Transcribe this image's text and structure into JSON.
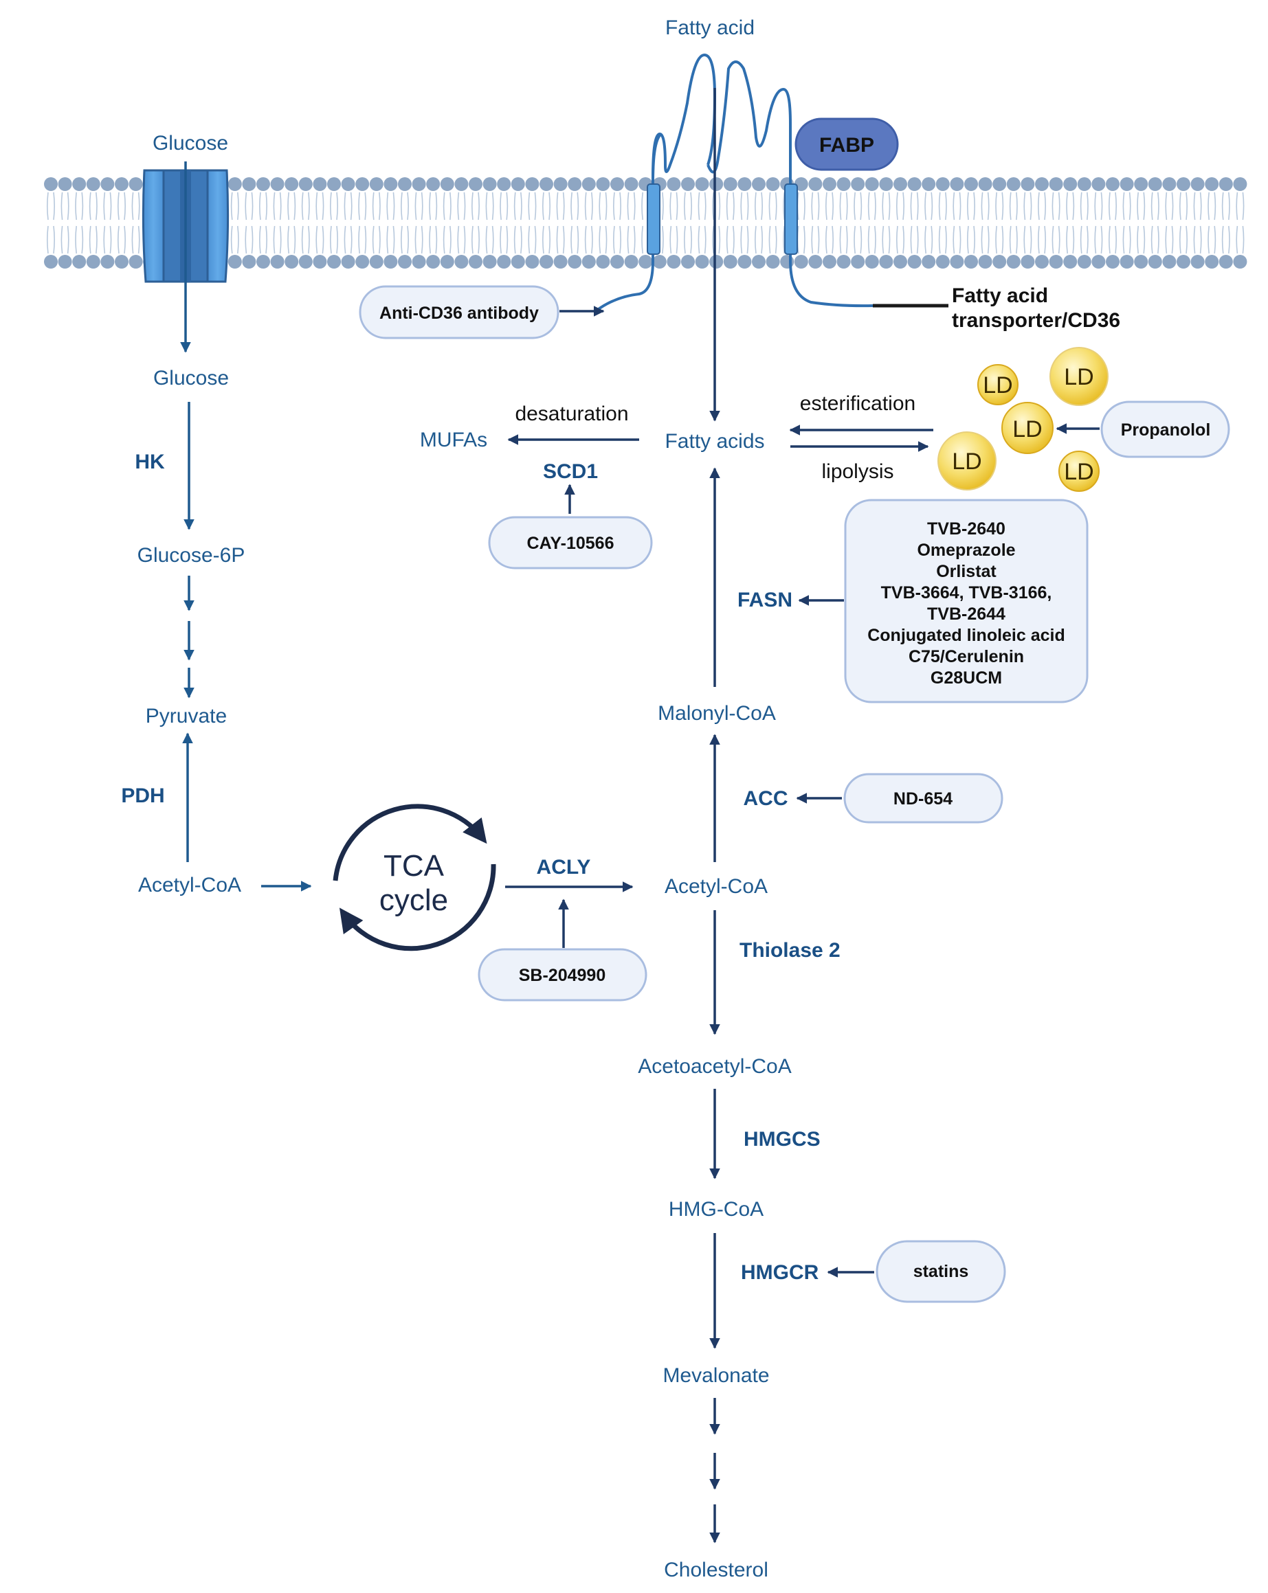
{
  "metabolites": {
    "fatty_acid_top": "Fatty acid",
    "glucose_out": "Glucose",
    "glucose_in": "Glucose",
    "glucose_6p": "Glucose-6P",
    "pyruvate": "Pyruvate",
    "acetyl_coa_left": "Acetyl-CoA",
    "acetyl_coa_right": "Acetyl-CoA",
    "fatty_acids": "Fatty acids",
    "mufas": "MUFAs",
    "malonyl_coa": "Malonyl-CoA",
    "acetoacetyl_coa": "Acetoacetyl-CoA",
    "hmg_coa": "HMG-CoA",
    "mevalonate": "Mevalonate",
    "cholesterol": "Cholesterol"
  },
  "enzymes": {
    "hk": "HK",
    "pdh": "PDH",
    "scd1": "SCD1",
    "fasn": "FASN",
    "acc": "ACC",
    "acly": "ACLY",
    "thiolase2": "Thiolase 2",
    "hmgcs": "HMGCS",
    "hmgcr": "HMGCR"
  },
  "processes": {
    "desaturation": "desaturation",
    "esterification": "esterification",
    "lipolysis": "lipolysis"
  },
  "tca": {
    "line1": "TCA",
    "line2": "cycle"
  },
  "fabp": "FABP",
  "transporter": {
    "line1": "Fatty acid",
    "line2": "transporter/CD36"
  },
  "lipid_droplet": "LD",
  "inhibitors": {
    "anti_cd36": "Anti-CD36 antibody",
    "cay": "CAY-10566",
    "propanolol": "Propanolol",
    "nd654": "ND-654",
    "sb": "SB-204990",
    "statins": "statins",
    "fasn_list": [
      "TVB-2640",
      "Omeprazole",
      "Orlistat",
      "TVB-3664, TVB-3166,",
      "TVB-2644",
      "Conjugated linoleic acid",
      "C75/Cerulenin",
      "G28UCM"
    ]
  },
  "colors": {
    "membrane_head": "#8ea6c3",
    "channel": "#5aa2e0",
    "pathway_text": "#1f5a8f",
    "fabp_fill": "#5b78c0",
    "ld_fill": "#f3cf4a",
    "pill_fill": "#edf2fa",
    "pill_stroke": "#a9bde0"
  }
}
